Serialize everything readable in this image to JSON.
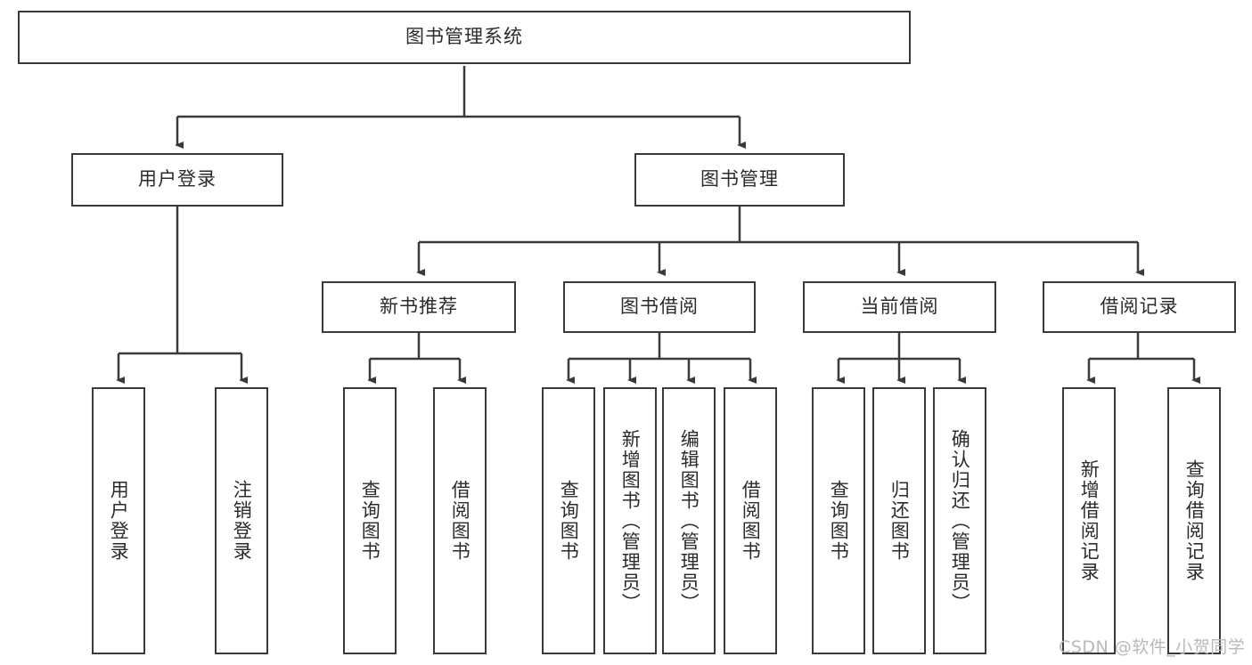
{
  "diagram": {
    "title": "图书管理系统",
    "watermark": "CSDN @软件_小贺同学",
    "colors": {
      "stroke": "#3a3a3a",
      "text": "#2b2b2b",
      "background": "#ffffff",
      "watermark": "#b9b9b9"
    },
    "nodes": {
      "root": "图书管理系统",
      "level2": {
        "user_login": "用户登录",
        "book_manage": "图书管理"
      },
      "level3": {
        "new_book_recommend": "新书推荐",
        "book_borrow": "图书借阅",
        "current_borrow": "当前借阅",
        "borrow_record": "借阅记录"
      },
      "leaves": {
        "user_login_1": "用户登录",
        "user_login_2": "注销登录",
        "recommend_1": "查询图书",
        "recommend_2": "借阅图书",
        "borrow_1": "查询图书",
        "borrow_2": "新增图书（管理员）",
        "borrow_3": "编辑图书（管理员）",
        "borrow_4": "借阅图书",
        "current_1": "查询图书",
        "current_2": "归还图书",
        "current_3": "确认归还（管理员）",
        "record_1": "新增借阅记录",
        "record_2": "查询借阅记录"
      }
    }
  }
}
